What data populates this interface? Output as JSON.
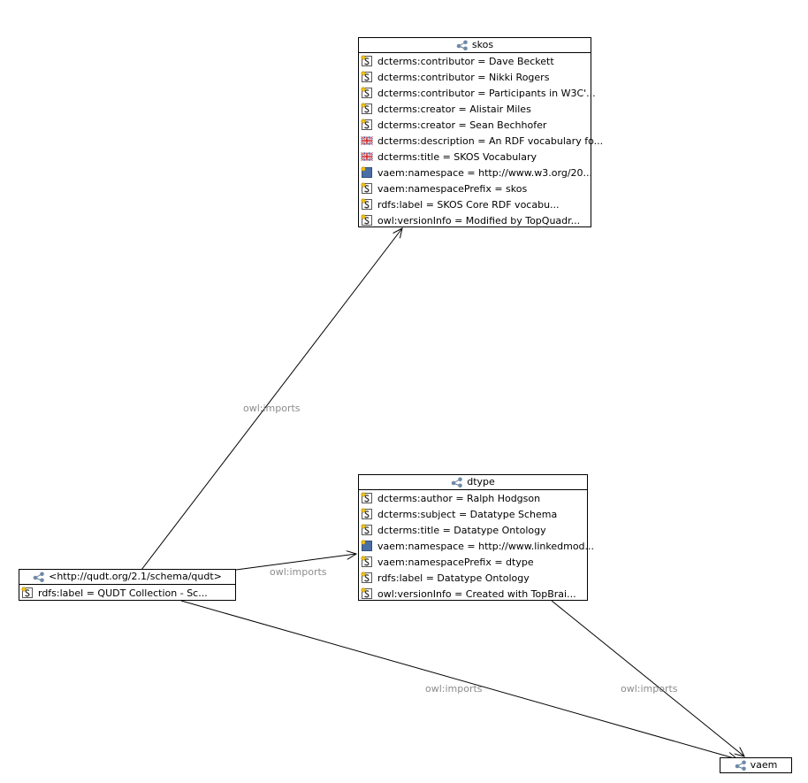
{
  "nodes": {
    "skos": {
      "title": "skos",
      "icon": "ontology-icon",
      "rows": [
        {
          "icon": "string-literal-icon",
          "text": "dcterms:contributor = Dave Beckett"
        },
        {
          "icon": "string-literal-icon",
          "text": "dcterms:contributor = Nikki Rogers"
        },
        {
          "icon": "string-literal-icon",
          "text": "dcterms:contributor = Participants in W3C'..."
        },
        {
          "icon": "string-literal-icon",
          "text": "dcterms:creator = Alistair Miles"
        },
        {
          "icon": "string-literal-icon",
          "text": "dcterms:creator = Sean Bechhofer"
        },
        {
          "icon": "uk-flag-icon",
          "text": "dcterms:description = An RDF vocabulary fo..."
        },
        {
          "icon": "uk-flag-icon",
          "text": "dcterms:title = SKOS Vocabulary"
        },
        {
          "icon": "uri-literal-icon",
          "text": "vaem:namespace = http://www.w3.org/20..."
        },
        {
          "icon": "string-literal-icon",
          "text": "vaem:namespacePrefix = skos"
        },
        {
          "icon": "string-literal-icon",
          "text": "rdfs:label = SKOS Core RDF vocabu..."
        },
        {
          "icon": "string-literal-icon",
          "text": "owl:versionInfo = Modified by TopQuadr..."
        }
      ]
    },
    "dtype": {
      "title": "dtype",
      "icon": "ontology-icon",
      "rows": [
        {
          "icon": "string-literal-icon",
          "text": "dcterms:author = Ralph Hodgson"
        },
        {
          "icon": "string-literal-icon",
          "text": "dcterms:subject = Datatype Schema"
        },
        {
          "icon": "string-literal-icon",
          "text": "dcterms:title = Datatype Ontology"
        },
        {
          "icon": "uri-literal-icon",
          "text": "vaem:namespace = http://www.linkedmod..."
        },
        {
          "icon": "string-literal-icon",
          "text": "vaem:namespacePrefix = dtype"
        },
        {
          "icon": "string-literal-icon",
          "text": "rdfs:label = Datatype Ontology"
        },
        {
          "icon": "string-literal-icon",
          "text": "owl:versionInfo = Created with TopBrai..."
        }
      ]
    },
    "qudt": {
      "title": "<http://qudt.org/2.1/schema/qudt>",
      "icon": "ontology-icon",
      "rows": [
        {
          "icon": "string-literal-icon",
          "text": "rdfs:label = QUDT Collection - Sc..."
        }
      ]
    },
    "vaem": {
      "title": "vaem",
      "icon": "ontology-icon",
      "rows": []
    }
  },
  "edges": [
    {
      "from": "qudt",
      "to": "skos",
      "label": "owl:imports"
    },
    {
      "from": "qudt",
      "to": "dtype",
      "label": "owl:imports"
    },
    {
      "from": "qudt",
      "to": "vaem",
      "label": "owl:imports"
    },
    {
      "from": "dtype",
      "to": "vaem",
      "label": "owl:imports"
    }
  ],
  "colors": {
    "edge": "#000000",
    "edge_label": "#8c8c8c",
    "icon_yellow": "#f2c419",
    "icon_blue": "#4a6fa5"
  }
}
